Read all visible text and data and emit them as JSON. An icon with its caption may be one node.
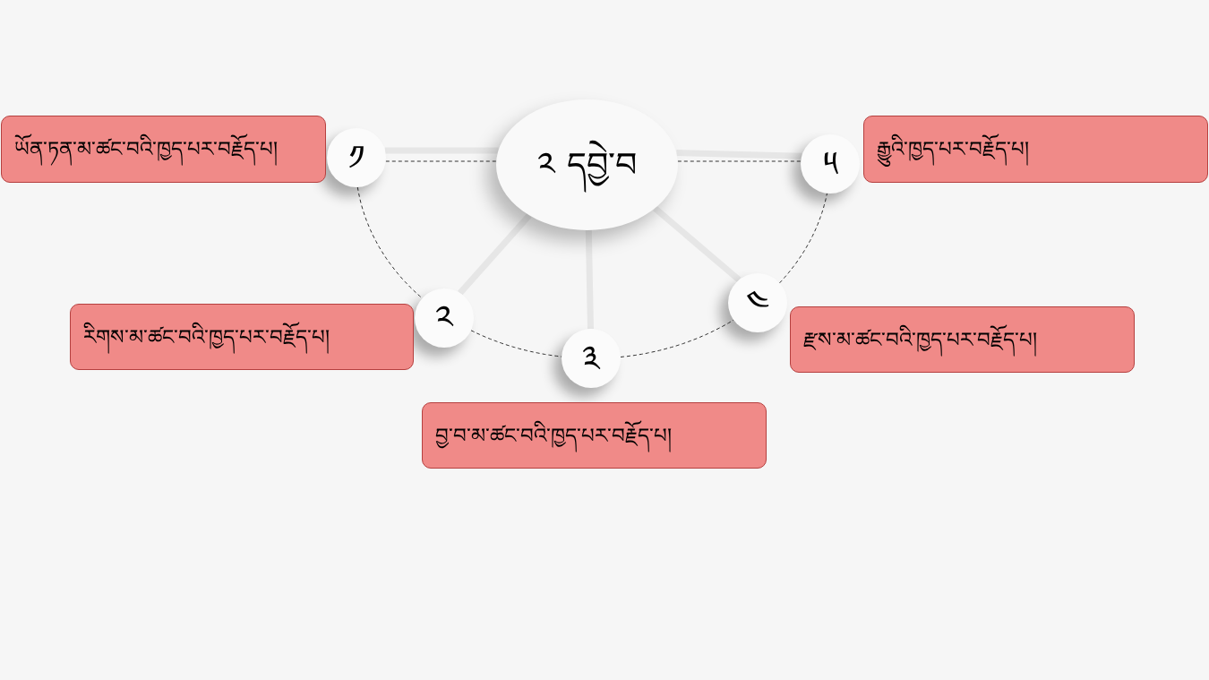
{
  "diagram": {
    "nodes": [
      {
        "text": [
          "༢ དབྱེ་བ"
        ]
      },
      {
        "text": [
          "༡"
        ]
      },
      {
        "text": [
          "ཡོན་ཏན་མ་ཚང་བའི་ཁྱད་པར་བརྗོད་པ།"
        ]
      },
      {
        "text": [
          "༢"
        ]
      },
      {
        "text": [
          "རིགས་མ་ཚང་བའི་ཁྱད་པར་བརྗོད་པ།"
        ]
      },
      {
        "text": [
          "༣"
        ]
      },
      {
        "text": [
          "བྱ་བ་མ་ཚང་བའི་ཁྱད་པར་བརྗོད་པ།"
        ]
      },
      {
        "text": [
          "༤"
        ]
      },
      {
        "text": [
          "རྫས་མ་ཚང་བའི་ཁྱད་པར་བརྗོད་པ།"
        ]
      },
      {
        "text": [
          "༥"
        ]
      },
      {
        "text": [
          "རྒྱུའི་ཁྱད་པར་བརྗོད་པ།"
        ]
      }
    ],
    "edges": [
      {
        "from": 0,
        "to": 1,
        "arrow": "none",
        "style": "thick",
        "color": "#e6e6e6"
      },
      {
        "from": 0,
        "to": 3,
        "arrow": "none",
        "style": "thick",
        "color": "#e6e6e6"
      },
      {
        "from": 0,
        "to": 5,
        "arrow": "none",
        "style": "thick",
        "color": "#e6e6e6"
      },
      {
        "from": 0,
        "to": 7,
        "arrow": "none",
        "style": "thick",
        "color": "#e6e6e6"
      },
      {
        "from": 0,
        "to": 9,
        "arrow": "none",
        "style": "thick",
        "color": "#e6e6e6"
      },
      {
        "from": 1,
        "to": 0,
        "arrow": "none",
        "style": "dashed"
      },
      {
        "from": 0,
        "to": 9,
        "arrow": "none",
        "style": "dashed"
      },
      {
        "from": 1,
        "to": 3,
        "arrow": "none",
        "style": "dashed"
      },
      {
        "from": 3,
        "to": 5,
        "arrow": "none",
        "style": "dashed"
      },
      {
        "from": 5,
        "to": 7,
        "arrow": "none",
        "style": "dashed"
      },
      {
        "from": 7,
        "to": 9,
        "arrow": "none",
        "style": "dashed"
      }
    ]
  }
}
